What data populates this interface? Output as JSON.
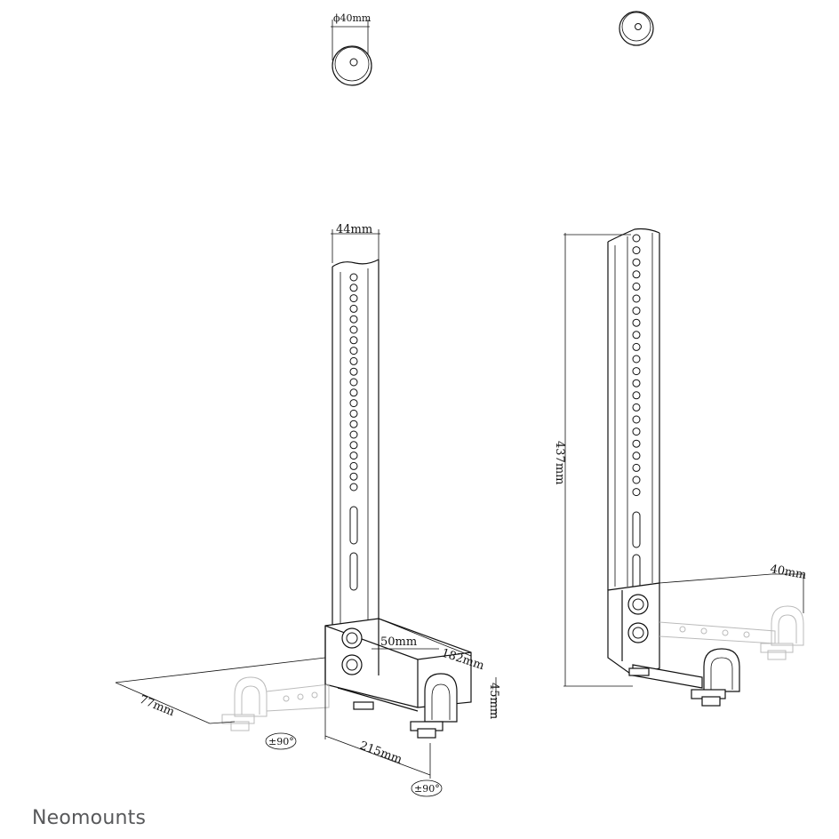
{
  "brand": {
    "name": "Neomounts",
    "color": "#58595b"
  },
  "dimensions": {
    "disc_diameter": "ϕ40mm",
    "column_width": "44mm",
    "height": "437mm",
    "bracket_offset": "50mm",
    "bracket_length": "182mm",
    "base_depth": "77mm",
    "base_height": "45mm",
    "arm_length": "215mm",
    "clamp_width": "40mm",
    "rotation_left": "±90°",
    "rotation_bottom": "±90°"
  }
}
